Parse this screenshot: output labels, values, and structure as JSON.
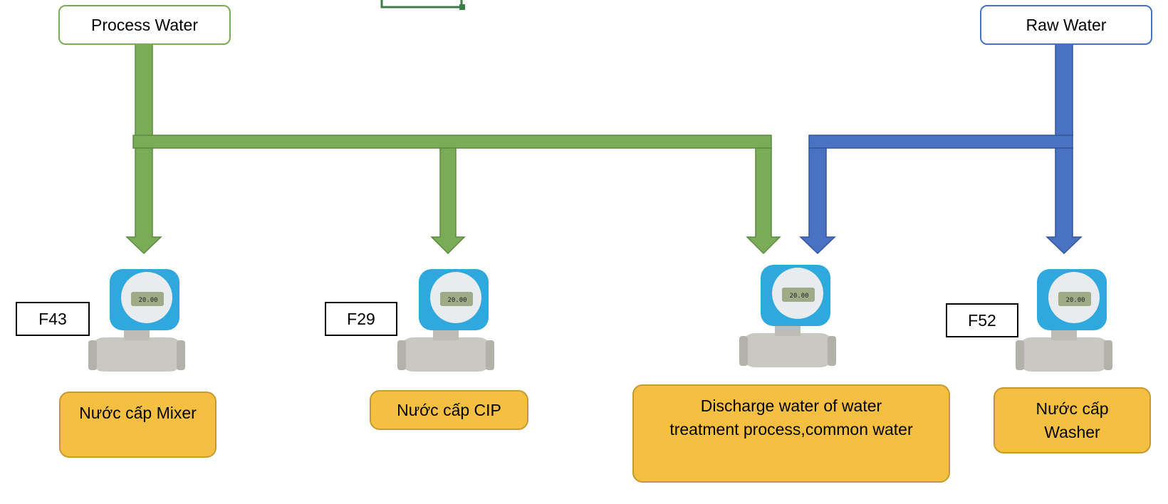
{
  "sources": {
    "process_water": "Process Water",
    "raw_water": "Raw Water"
  },
  "tags": {
    "f43": "F43",
    "f29": "F29",
    "f52": "F52"
  },
  "labels": {
    "mixer": "Nước cấp Mixer",
    "cip": "Nước cấp CIP",
    "discharge_line1": "Discharge water of water",
    "discharge_line2": "treatment process,common water",
    "washer_line1": "Nước cấp",
    "washer_line2": "Washer"
  },
  "meter_display_value": "20.00",
  "colors": {
    "process_pipe": "#7aab57",
    "raw_pipe": "#4a72c2",
    "label_fill": "#f5bf42",
    "meter_head": "#2fa8de"
  }
}
